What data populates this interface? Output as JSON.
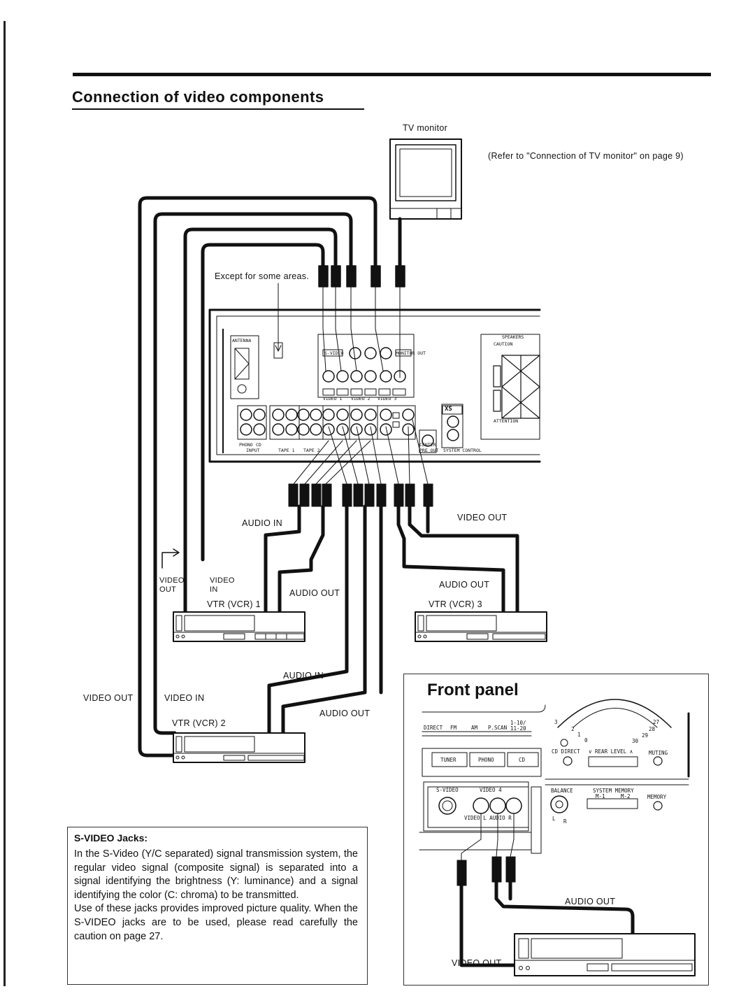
{
  "page": {
    "title": "Connection of video components"
  },
  "labels": {
    "tv_monitor": "TV monitor",
    "refer_note": "(Refer to \"Connection of TV monitor\" on page 9)",
    "except_areas": "Except for some areas.",
    "audio_in_top": "AUDIO IN",
    "video_out_right": "VIDEO OUT",
    "video_out_vcr1": "VIDEO",
    "video_out_vcr1b": "OUT",
    "video_in_vcr1": "VIDEO",
    "video_in_vcr1b": "IN",
    "vcr1": "VTR (VCR) 1",
    "audio_out_vcr1": "AUDIO OUT",
    "audio_out_vcr3": "AUDIO OUT",
    "vcr3": "VTR (VCR) 3",
    "audio_in_vcr2": "AUDIO IN",
    "video_out_vcr2": "VIDEO OUT",
    "video_in_vcr2": "VIDEO IN",
    "audio_out_vcr2": "AUDIO OUT",
    "vcr2": "VTR (VCR) 2"
  },
  "svideo": {
    "title": "S-VIDEO Jacks:",
    "para1": "In the S-Video (Y/C separated) signal transmission system, the regular video signal (composite signal) is separated into a signal identifying the brightness (Y: luminance) and a signal identifying the color (C: chroma) to be transmitted.",
    "para2": "Use of these jacks provides improved picture quality. When the S-VIDEO jacks are to be used, please read carefully the caution on page 27."
  },
  "front_panel": {
    "title": "Front panel",
    "direct": "DIRECT",
    "fm": "FM",
    "am": "AM",
    "pscan": "P.SCAN",
    "range": "1-10/ 11-20",
    "tuner": "TUNER",
    "phono": "PHONO",
    "cd": "CD",
    "cd_direct": "CD DIRECT",
    "rear_level": "∨ REAR LEVEL ∧",
    "muting": "MUTING",
    "s_video": "S-VIDEO",
    "video4": "VIDEO 4",
    "video_l_audio_r": "VIDEO L AUDIO R",
    "balance": "BALANCE",
    "system_memory": "SYSTEM MEMORY",
    "m1": "M-1",
    "m2": "M-2",
    "memory": "MEMORY",
    "l": "L",
    "r": "R",
    "dial_numbers": [
      "3",
      "2",
      "1",
      "0",
      "30",
      "29",
      "28",
      "27"
    ],
    "audio_out": "AUDIO OUT",
    "video_out": "VIDEO OUT"
  },
  "panel_text": {
    "antenna": "ANTENNA",
    "caution": "CAUTION",
    "attention": "ATTENTION",
    "xs": "XS",
    "speakers": "SPEAKERS",
    "video1": "VIDEO 1",
    "video2": "VIDEO 2",
    "video3": "VIDEO 3",
    "s_video": "S-VIDEO",
    "monitor_out": "MONITOR OUT",
    "phono": "PHONO",
    "cd": "CD",
    "tape1": "TAPE 1",
    "tape2": "TAPE 2",
    "input": "INPUT",
    "center": "CENTER",
    "pre_out": "PRE OUT",
    "system_control": "SYSTEM CONTROL"
  }
}
